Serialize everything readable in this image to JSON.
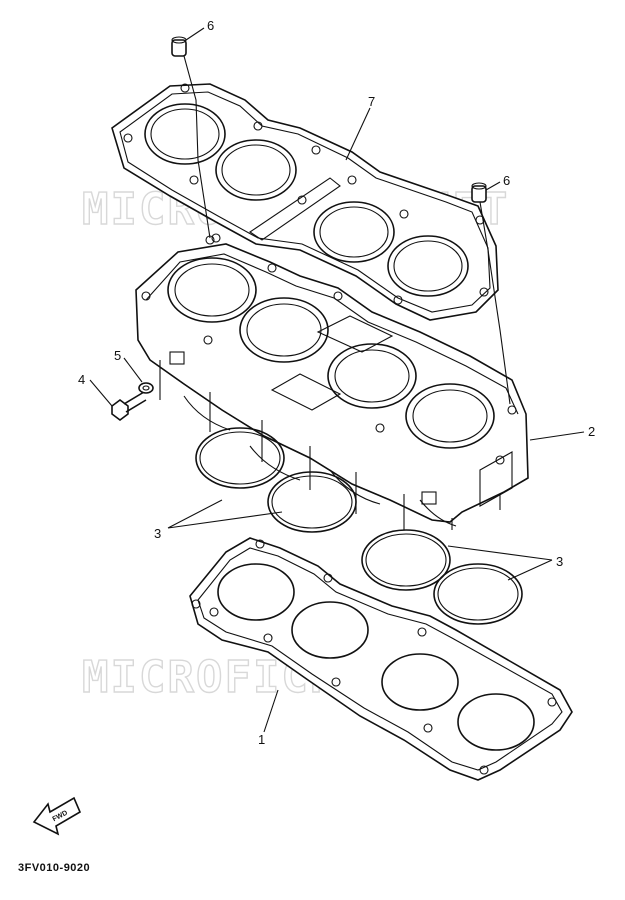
{
  "diagram": {
    "callouts": {
      "c1": "1",
      "c2": "2",
      "c3a": "3",
      "c3b": "3",
      "c4": "4",
      "c5": "5",
      "c6a": "6",
      "c6b": "6",
      "c7": "7"
    },
    "watermark_text": "MICROFICHES.NET",
    "fwd_label": "FWD",
    "part_code": "3FV010-9020"
  }
}
